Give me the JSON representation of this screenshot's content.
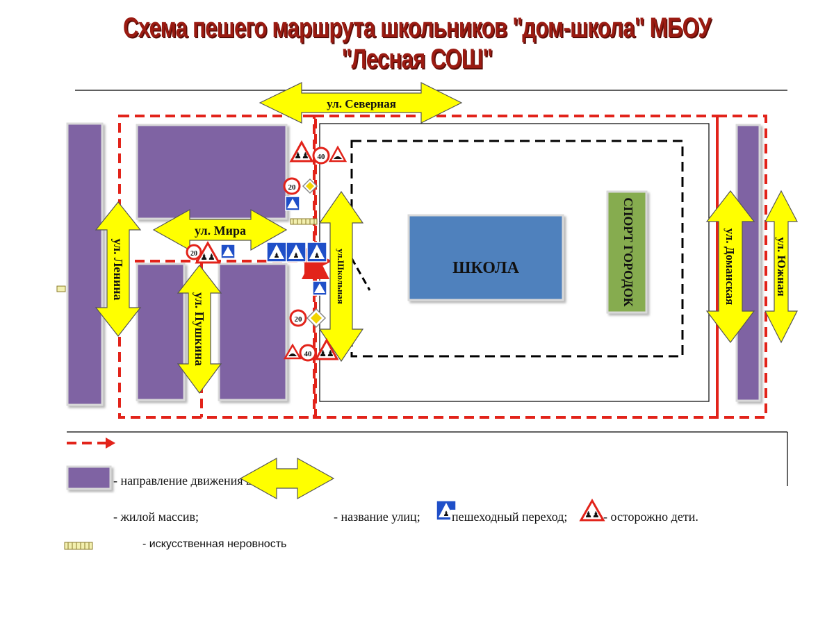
{
  "title": "Схема пешего маршрута школьников \"дом-школа\" МБОУ \"Лесная СОШ\"",
  "streets": {
    "severnaya": "ул. Северная",
    "mira": "ул. Мира",
    "lenina": "ул. Ленина",
    "pushkina": "ул. Пушкина",
    "shkolnaya": "ул.Школьная",
    "domanskaya": "ул. Доманская",
    "yuzhnaya": "ул. Южная"
  },
  "buildings": {
    "school": "ШКОЛА",
    "sport": "СПОРТ ГОРОДОК"
  },
  "signs": {
    "speed_40": "40",
    "speed_20": "20"
  },
  "legend": {
    "direction": "- направление движения школьников;",
    "residential": "- жилой массив;",
    "street_names": "- название улиц;",
    "crossing": "пешеходный переход;",
    "children": "- осторожно дети.",
    "speed_bump": "- искусственная неровность"
  },
  "colors": {
    "title": "#9b1b12",
    "residential": "#7f63a3",
    "school": "#4f81bd",
    "sport": "#86ac4f",
    "street_arrow": "#ffff00",
    "route": "#e2231a"
  }
}
